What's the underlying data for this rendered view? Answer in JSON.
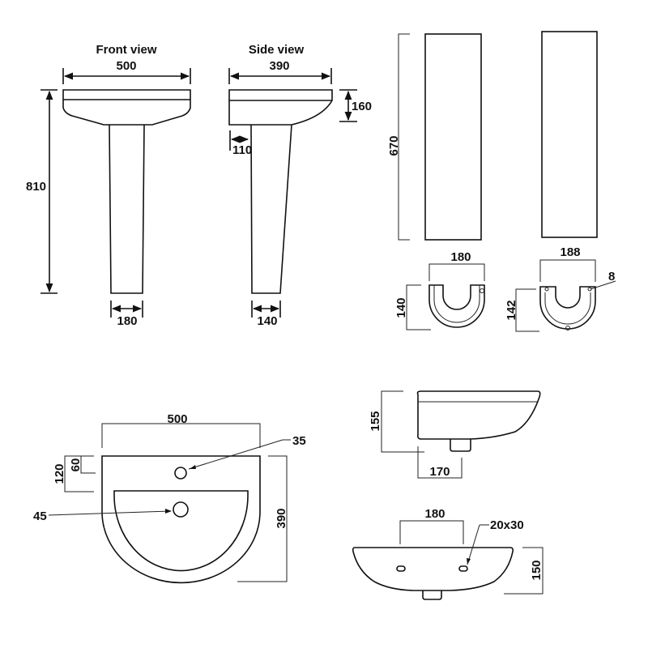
{
  "front_view": {
    "title": "Front view",
    "width": "500",
    "height": "810",
    "pedestal_base": "180"
  },
  "side_view": {
    "title": "Side view",
    "width": "390",
    "basin_height": "160",
    "wall_gap": "110",
    "pedestal_base": "140"
  },
  "pedestals": {
    "height": "670",
    "left": {
      "width": "180",
      "depth": "140"
    },
    "right": {
      "width": "188",
      "depth": "142",
      "hole": "8"
    }
  },
  "basin_top": {
    "width": "500",
    "depth": "390",
    "tap_hole_offset": "60",
    "bowl_offset": "120",
    "tap_hole_diameter": "35",
    "waste_diameter": "45"
  },
  "basin_side": {
    "height": "155",
    "waste_offset": "170"
  },
  "basin_back": {
    "fixing_spacing": "180",
    "fixing_hole": "20x30",
    "height": "150"
  },
  "colors": {
    "line": "#111111",
    "background": "#ffffff"
  }
}
